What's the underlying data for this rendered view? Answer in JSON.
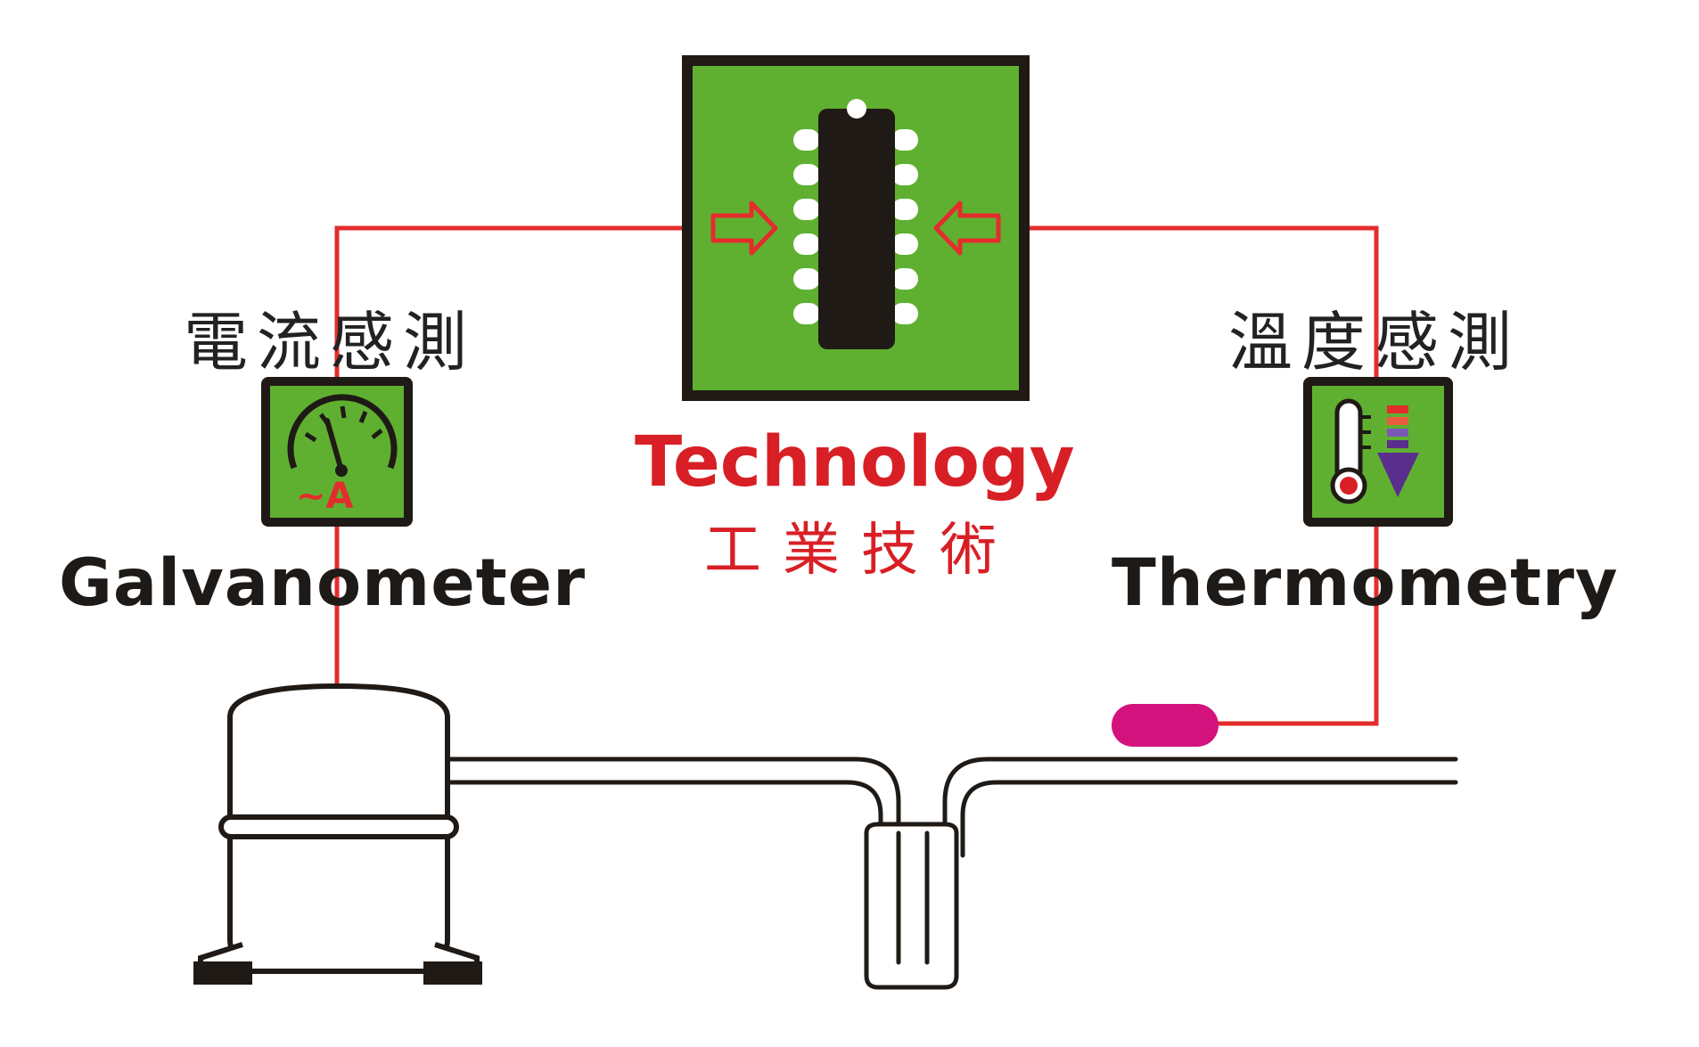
{
  "diagram": {
    "center": {
      "title": "Technology",
      "subtitle": "工業技術",
      "icon": "ic-chip-icon"
    },
    "left": {
      "cn_label": "電流感測",
      "en_label": "Galvanometer",
      "icon": "ammeter-gauge-icon",
      "gauge_unit": "~A"
    },
    "right": {
      "cn_label": "溫度感測",
      "en_label": "Thermometry",
      "icon": "thermometer-icon"
    },
    "components": {
      "compressor": "compressor-tank-icon",
      "sensor": "temperature-probe-icon",
      "pipe": "refrigerant-pipe-icon"
    },
    "colors": {
      "green": "#5fb030",
      "frame": "#1f1a16",
      "wire": "#e32d2d",
      "title_red": "#d81f26",
      "probe": "#d4127d",
      "thermo_arrow": "#5a2e8c"
    }
  }
}
